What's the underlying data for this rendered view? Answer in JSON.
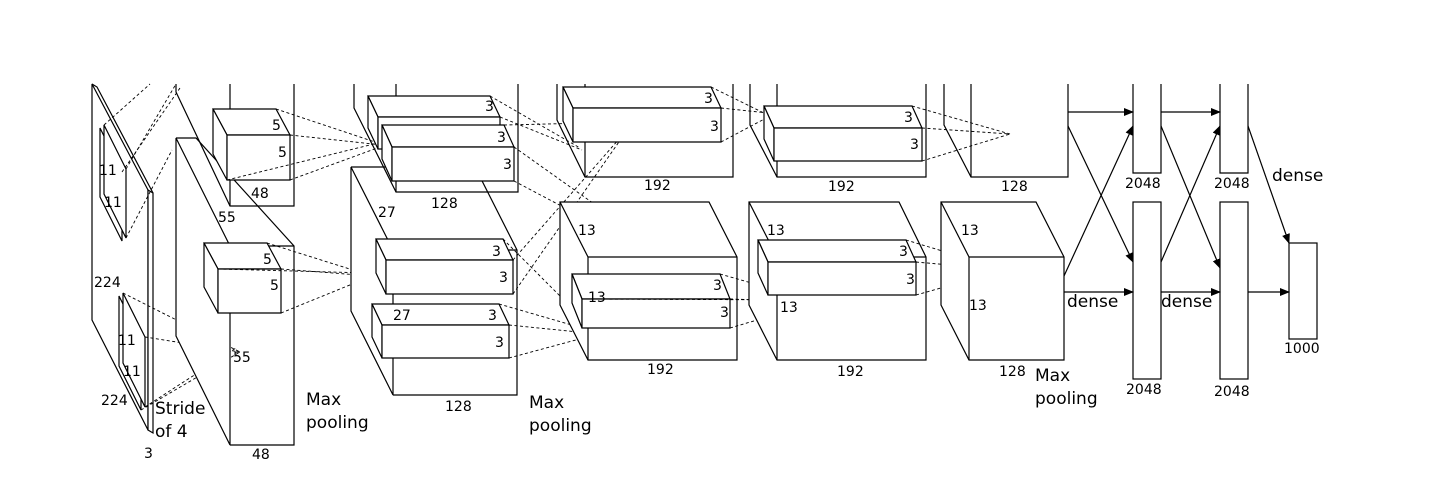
{
  "labels": {
    "in_11a": "11",
    "in_11b": "11",
    "in_224a": "224",
    "in_224b": "224",
    "in_11c": "11",
    "in_11d": "11",
    "stride": "Stride",
    "of4": "of 4",
    "in_3": "3",
    "c1_5a": "5",
    "c1_5b": "5",
    "c1_5c": "5",
    "c1_5d": "5",
    "c1_48a": "48",
    "c1_55a": "55",
    "c1_55b": "55",
    "c1_48b": "48",
    "mp1a": "Max",
    "mp1b": "pooling",
    "c2_3a": "3",
    "c2_3b": "3",
    "c2_3c": "3",
    "c2_27a": "27",
    "c2_128a": "128",
    "c2_3d": "3",
    "c2_3e": "3",
    "c2_3f": "3",
    "c2_3g": "3",
    "c2_27b": "27",
    "c2_128b": "128",
    "mp2a": "Max",
    "mp2b": "pooling",
    "c3_3a": "3",
    "c3_3b": "3",
    "c3_192a": "192",
    "c3_13a": "13",
    "c3_13b": "13",
    "c3_3c": "3",
    "c3_3d": "3",
    "c3_192b": "192",
    "c4_3a": "3",
    "c4_3b": "3",
    "c4_192a": "192",
    "c4_13a": "13",
    "c4_3c": "3",
    "c4_3d": "3",
    "c4_13b": "13",
    "c4_192b": "192",
    "c5_128a": "128",
    "c5_13a": "13",
    "c5_13b": "13",
    "c5_128b": "128",
    "mp3a": "Max",
    "mp3b": "pooling",
    "d_2048a": "2048",
    "d_2048b": "2048",
    "d_2048c": "2048",
    "d_2048d": "2048",
    "dense1": "dense",
    "dense2": "dense",
    "dense3": "dense",
    "out_1000": "1000"
  }
}
